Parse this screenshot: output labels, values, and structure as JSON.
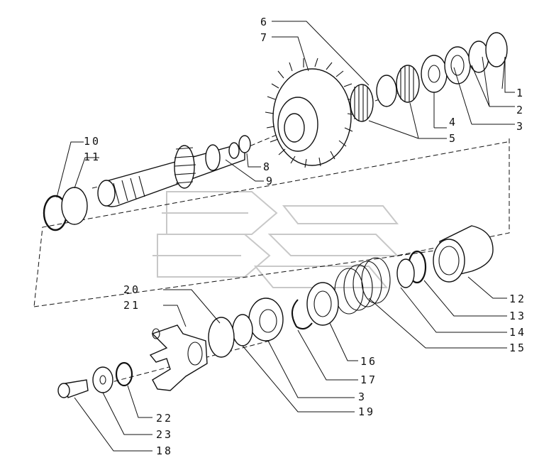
{
  "callouts": [
    {
      "id": "c1",
      "text": "1"
    },
    {
      "id": "c2",
      "text": "2"
    },
    {
      "id": "c3a",
      "text": "3"
    },
    {
      "id": "c4",
      "text": "4"
    },
    {
      "id": "c5",
      "text": "5"
    },
    {
      "id": "c6",
      "text": "6"
    },
    {
      "id": "c7",
      "text": "7"
    },
    {
      "id": "c8",
      "text": "8"
    },
    {
      "id": "c9",
      "text": "9"
    },
    {
      "id": "c10",
      "text": "10"
    },
    {
      "id": "c11",
      "text": "11"
    },
    {
      "id": "c12",
      "text": "12"
    },
    {
      "id": "c13",
      "text": "13"
    },
    {
      "id": "c14",
      "text": "14"
    },
    {
      "id": "c15",
      "text": "15"
    },
    {
      "id": "c16",
      "text": "16"
    },
    {
      "id": "c17",
      "text": "17"
    },
    {
      "id": "c3b",
      "text": "3"
    },
    {
      "id": "c19",
      "text": "19"
    },
    {
      "id": "c20",
      "text": "20"
    },
    {
      "id": "c21",
      "text": "21"
    },
    {
      "id": "c22",
      "text": "22"
    },
    {
      "id": "c23",
      "text": "23"
    },
    {
      "id": "c18",
      "text": "18"
    }
  ]
}
